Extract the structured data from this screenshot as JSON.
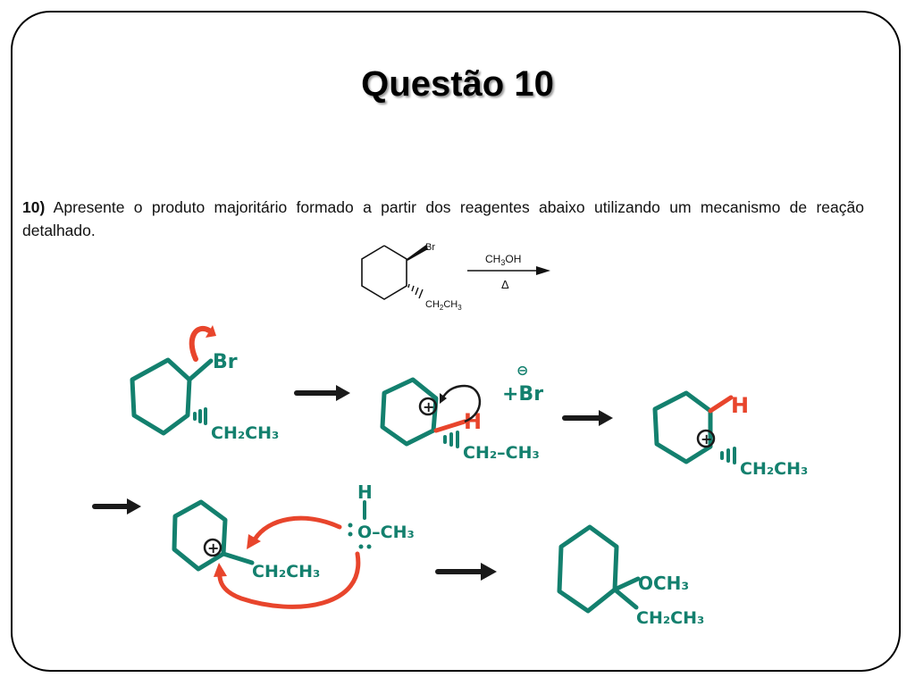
{
  "slide": {
    "title": "Questão 10"
  },
  "question": {
    "number": "10)",
    "text": "Apresente o produto majoritário formado a partir dos reagentes abaixo utilizando um mecanismo de reação detalhado."
  },
  "reaction": {
    "substituent_top": "Br",
    "substituent_bottom": "CH",
    "substituent_bottom_sub1": "2",
    "substituent_bottom_mid": "CH",
    "substituent_bottom_sub2": "3",
    "reagent_main": "CH",
    "reagent_sub": "3",
    "reagent_tail": "OH",
    "condition": "Δ"
  },
  "mechanism": {
    "step1_leaving": "Br",
    "step1_chain": "CH₂CH₃",
    "step2_hydrogen": "H",
    "step2_chain": "CH₂–CH₃",
    "step2_byproduct": "+Br",
    "step2_byproduct_charge": "⊖",
    "step3_hydrogen": "H",
    "step3_chain": "CH₂CH₃",
    "step4_hydrogen": "H",
    "step4_nucleophile": "O–CH₃",
    "step4_chain": "CH₂CH₃",
    "product_top": "OCH₃",
    "product_bottom": "CH₂CH₃",
    "carbocation_symbol": "+"
  },
  "colors": {
    "ink_green": "#13806e",
    "ink_red": "#e8452c",
    "ink_black": "#1a1a1a",
    "text": "#111111"
  }
}
